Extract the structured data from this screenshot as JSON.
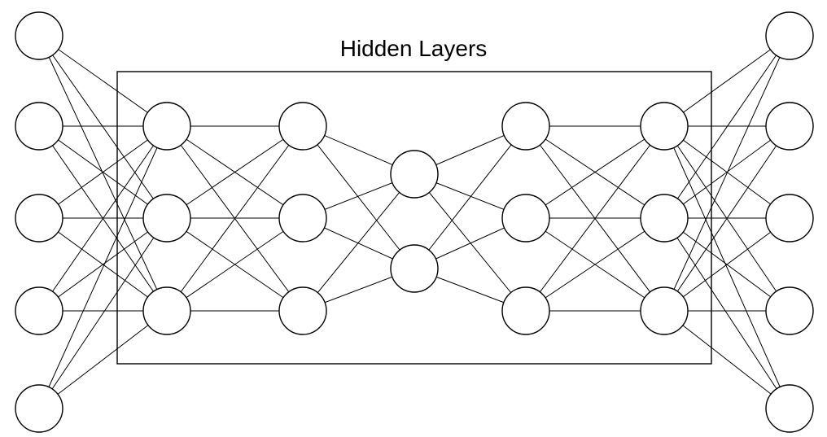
{
  "diagram": {
    "title": "Hidden Layers",
    "layers": [
      {
        "name": "input",
        "nodes": 5,
        "hidden": false
      },
      {
        "name": "hidden-1",
        "nodes": 3,
        "hidden": true
      },
      {
        "name": "hidden-2",
        "nodes": 3,
        "hidden": true
      },
      {
        "name": "hidden-3",
        "nodes": 2,
        "hidden": true
      },
      {
        "name": "hidden-4",
        "nodes": 3,
        "hidden": true
      },
      {
        "name": "hidden-5",
        "nodes": 3,
        "hidden": true
      },
      {
        "name": "output",
        "nodes": 5,
        "hidden": false
      }
    ],
    "connectivity": "fully-connected",
    "colors": {
      "stroke": "#000000",
      "background": "#ffffff"
    }
  }
}
